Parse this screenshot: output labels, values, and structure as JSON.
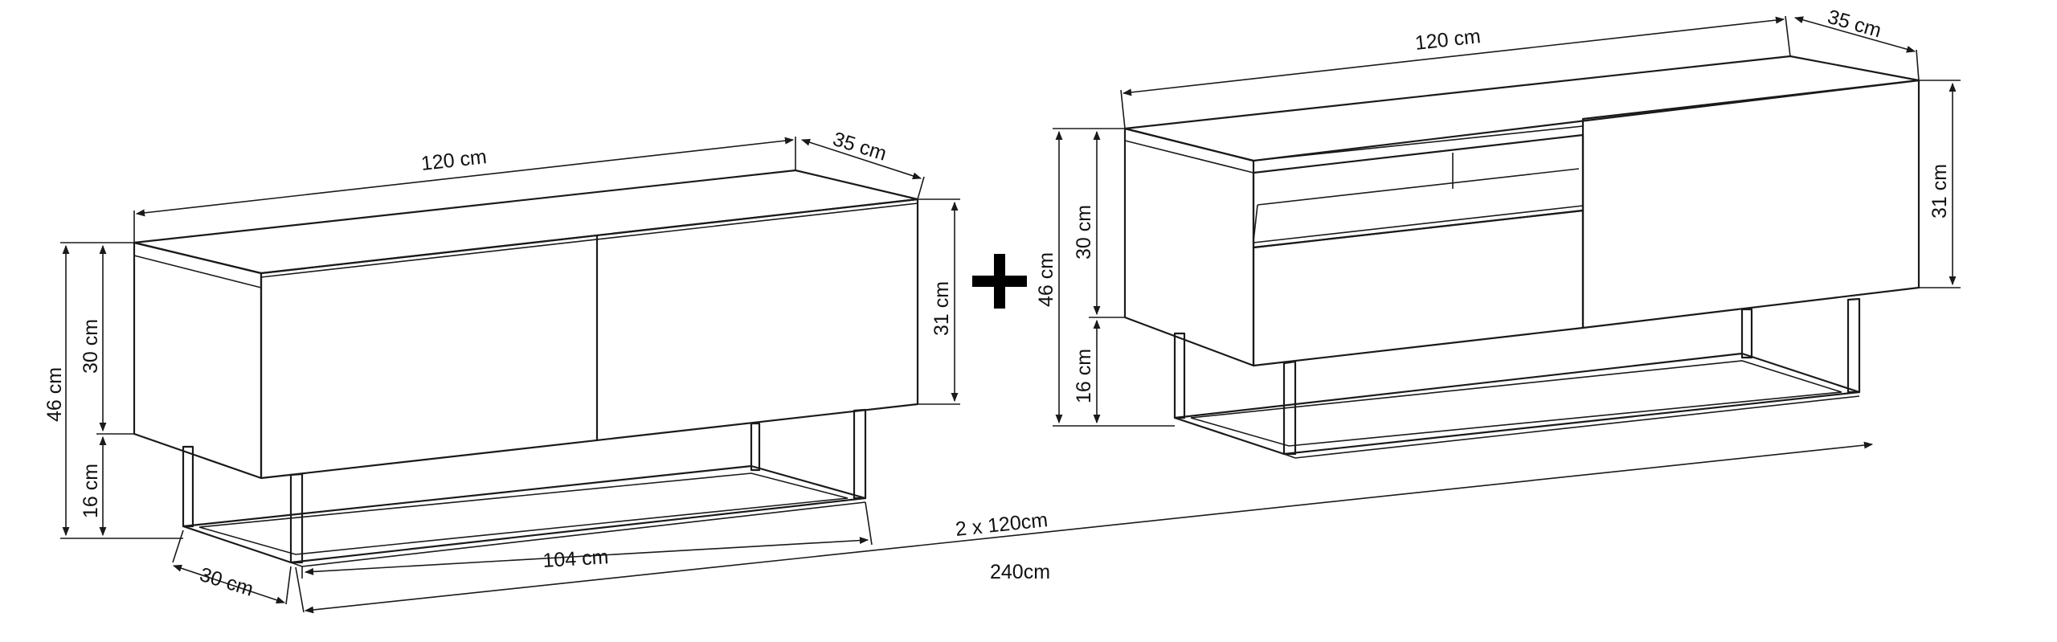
{
  "left_unit": {
    "width": "120 cm",
    "depth": "35 cm",
    "total_height": "46 cm",
    "body_height": "30 cm",
    "leg_height": "16 cm",
    "door_height": "31 cm",
    "frame_depth": "30 cm",
    "frame_width": "104 cm"
  },
  "right_unit": {
    "width": "120 cm",
    "depth": "35 cm",
    "total_height": "46 cm",
    "body_height": "30 cm",
    "leg_height": "16 cm",
    "door_height": "31 cm"
  },
  "combined": {
    "label": "2 x 120cm",
    "total": "240cm"
  },
  "colors": {
    "line": "#1a1a1a",
    "background": "#ffffff"
  }
}
